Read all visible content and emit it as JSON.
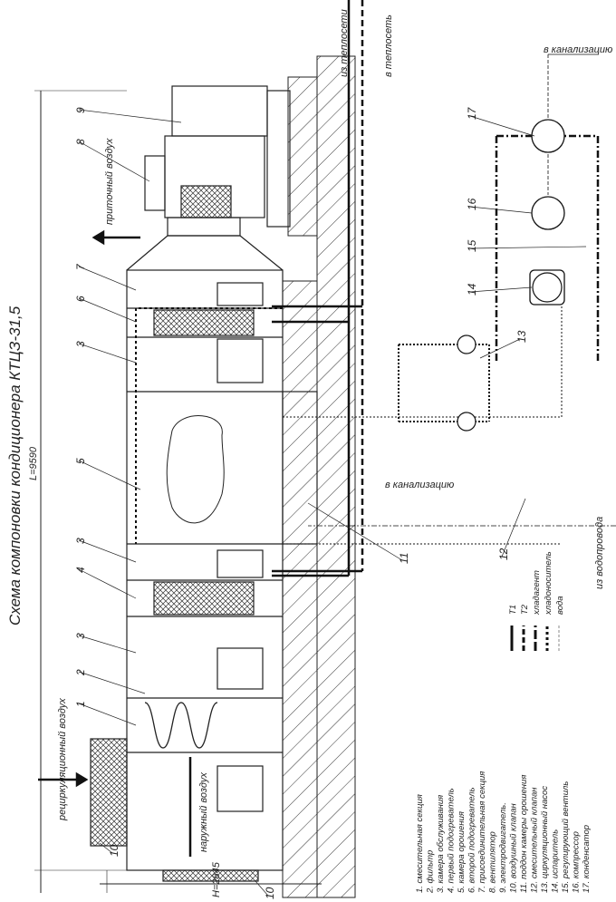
{
  "title": "Схема компоновки кондиционера КТЦЗ-31,5",
  "dimensions": {
    "length": "L=9590",
    "height": "H=2845"
  },
  "flows": {
    "recirc_air": "рециркуляционный воздух",
    "outdoor_air": "наружный воздух",
    "supply_air": "приточный воздух",
    "from_heating": "из теплосети",
    "to_heating": "в теплосеть",
    "to_sewer_top": "в канализацию",
    "to_sewer_mid": "в канализацию",
    "from_water": "из водопровода"
  },
  "callouts": [
    "9",
    "8",
    "7",
    "6",
    "3",
    "5",
    "3",
    "4",
    "3",
    "2",
    "1",
    "10",
    "10",
    "11",
    "12",
    "13",
    "14",
    "15",
    "16",
    "17"
  ],
  "legend": [
    "1. смесительная секция",
    "2. фильтр",
    "3. камера обслуживания",
    "4. первый подогреватель",
    "5. камера орошения",
    "6. второй подогреватель",
    "7. присоединительная секция",
    "8. вентилятор",
    "9. электродвигатель.",
    "10. воздушный клапан",
    "11. поддон камеры орошения",
    "12. смесительный клапан",
    "13. циркуляционный насос",
    "14. испаритель",
    "15. регулирующий вентиль",
    "16. компрессор",
    "17. конденсатор"
  ],
  "line_legend": [
    "Т1",
    "Т2",
    "хладагент",
    "хладоноситель",
    "вода"
  ]
}
